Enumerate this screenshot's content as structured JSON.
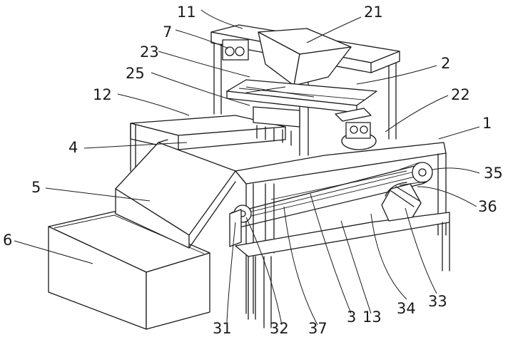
{
  "figure": {
    "labels": {
      "l11": "11",
      "l21": "21",
      "l7": "7",
      "l23": "23",
      "l2": "2",
      "l25": "25",
      "l12": "12",
      "l22": "22",
      "l1": "1",
      "l4": "4",
      "l5": "5",
      "l35": "35",
      "l36": "36",
      "l6": "6",
      "l31": "31",
      "l32": "32",
      "l37": "37",
      "l3": "3",
      "l13": "13",
      "l34": "34",
      "l33": "33"
    }
  }
}
